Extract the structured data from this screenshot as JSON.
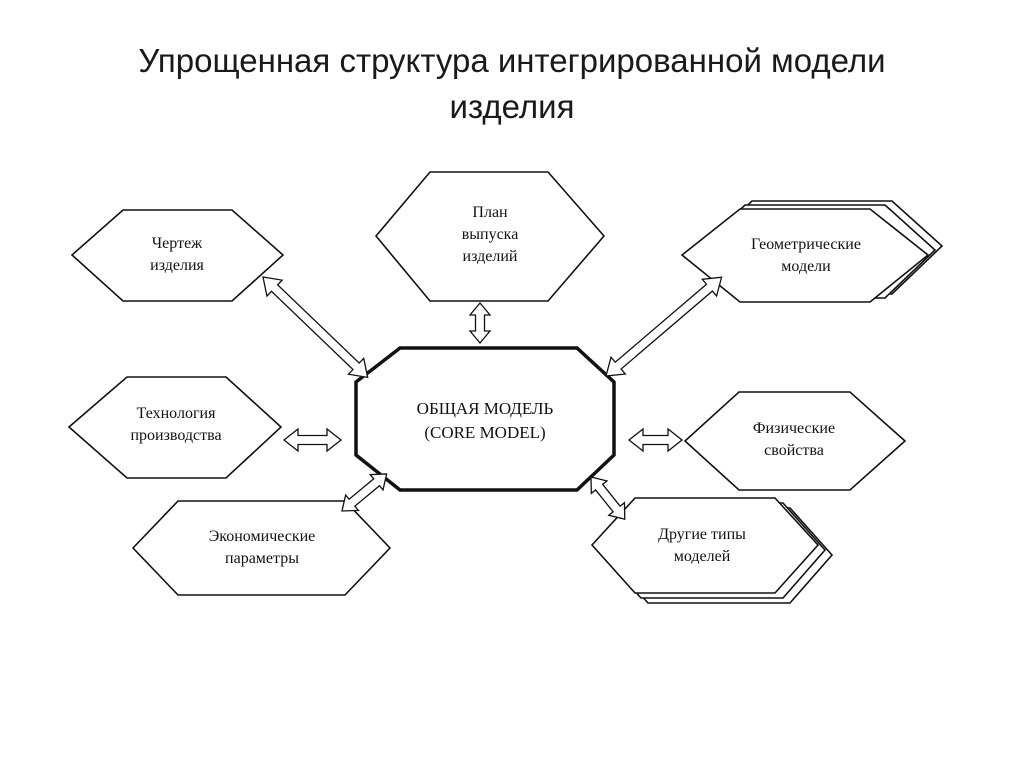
{
  "title": {
    "line1": "Упрощенная структура интегрированной модели",
    "line2": "изделия"
  },
  "nodes": {
    "drawing": {
      "lines": [
        "Чертеж",
        "изделия"
      ]
    },
    "plan": {
      "lines": [
        "План",
        "выпуска",
        "изделий"
      ]
    },
    "geometric": {
      "lines": [
        "Геометрические",
        "модели"
      ]
    },
    "technology": {
      "lines": [
        "Технология",
        "производства"
      ]
    },
    "core": {
      "lines": [
        "ОБЩАЯ МОДЕЛЬ",
        "(CORE MODEL)"
      ]
    },
    "physical": {
      "lines": [
        "Физические",
        "свойства"
      ]
    },
    "economic": {
      "lines": [
        "Экономические",
        "параметры"
      ]
    },
    "other": {
      "lines": [
        "Другие типы",
        "моделей"
      ]
    }
  }
}
